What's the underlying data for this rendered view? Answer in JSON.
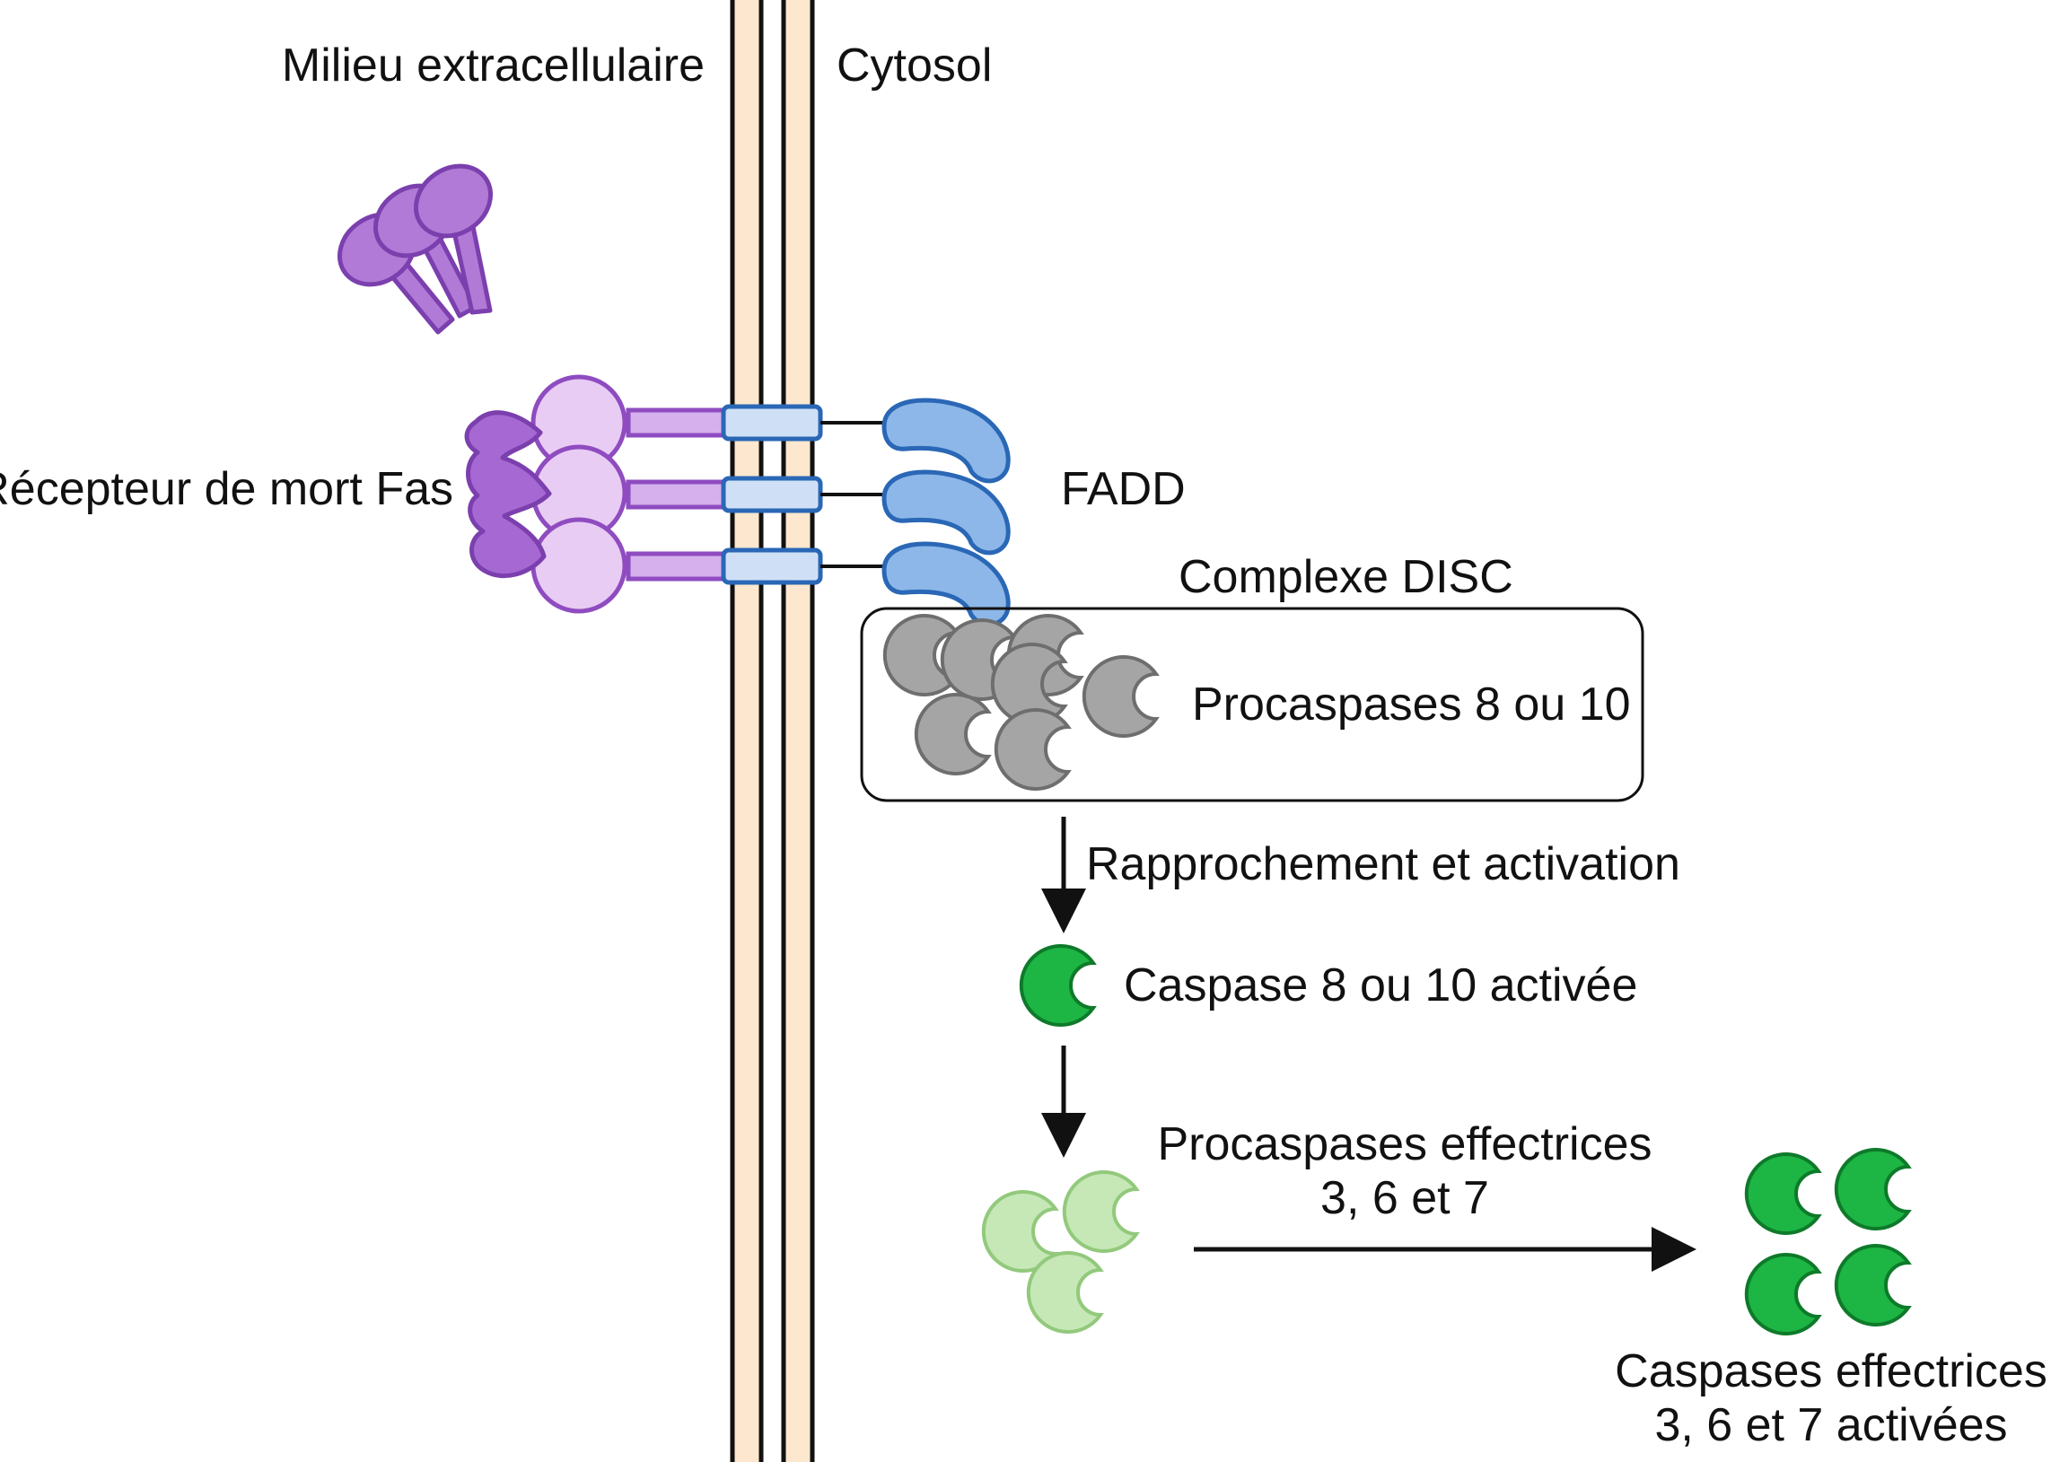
{
  "labels": {
    "extracellular": "Milieu extracellulaire",
    "cytosol": "Cytosol",
    "fas_receptor": "Récepteur de mort Fas",
    "fadd": "FADD",
    "disc_complex": "Complexe DISC",
    "procaspases_8_10": "Procaspases 8 ou 10",
    "step_activation": "Rapprochement et activation",
    "caspase_8_10_active": "Caspase 8 ou 10 activée",
    "procaspases_effector_line1": "Procaspases effectrices",
    "procaspases_effector_line2": "3, 6 et 7",
    "caspases_effector_line1": "Caspases effectrices",
    "caspases_effector_line2": "3, 6 et 7 activées"
  },
  "colors": {
    "membrane_fill": "#fde8cf",
    "membrane_line": "#111111",
    "fasl_fill": "#b07ad6",
    "fasl_stroke": "#7b3fae",
    "receptor_head_fill": "#e8ccf4",
    "receptor_head_stroke": "#8f4cc0",
    "receptor_stalk_fill": "#d5b0ec",
    "fadd_fill": "#8cb7e8",
    "fadd_stroke": "#2a67b6",
    "procaspase_fill": "#a5a5a5",
    "procaspase_stroke": "#6e6e6e",
    "caspase_active_fill": "#1db544",
    "caspase_active_stroke": "#0e7a2a",
    "procaspase_effector_fill": "#c5e8b6",
    "procaspase_effector_stroke": "#92c97c",
    "arrow": "#111111"
  }
}
